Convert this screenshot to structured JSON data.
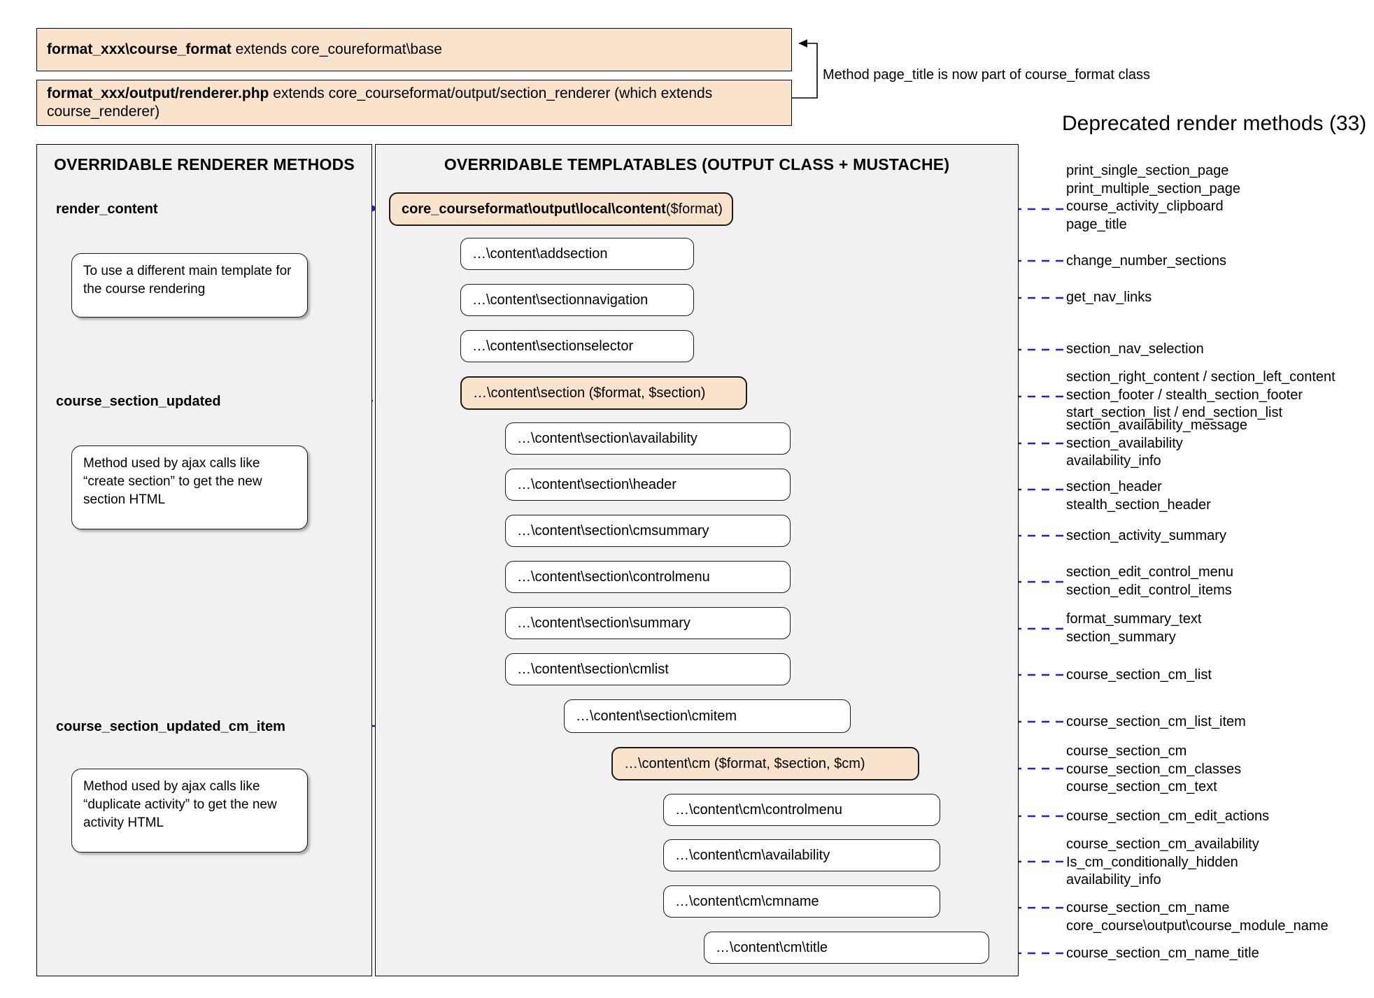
{
  "header": {
    "box1_strong": "format_xxx\\course_format",
    "box1_rest": " extends core_coureformat\\base",
    "box2_strong": "format_xxx/output/renderer.php",
    "box2_rest": " extends core_courseformat/output/section_renderer (which extends course_renderer)",
    "side_note": "Method page_title is now part of course_format class",
    "deprecated_title": "Deprecated render methods (33)"
  },
  "panels": {
    "left_title": "OVERRIDABLE RENDERER METHODS",
    "right_title": "OVERRIDABLE TEMPLATABLES (OUTPUT CLASS + MUSTACHE)"
  },
  "renderer_methods": [
    {
      "name": "render_content"
    },
    {
      "name": "course_section_updated"
    },
    {
      "name": "course_section_updated_cm_item"
    }
  ],
  "callouts": [
    {
      "text": "To use a different main template for the course rendering"
    },
    {
      "text": "Method used by ajax calls like “create section” to get the new section HTML"
    },
    {
      "text": "Method used by ajax calls like “duplicate activity” to get the new activity HTML"
    }
  ],
  "templatables": [
    {
      "label": "core_courseformat\\output\\local\\content",
      "suffix": " ($format)",
      "accent": true
    },
    {
      "label": "…\\content\\addsection",
      "suffix": "",
      "accent": false
    },
    {
      "label": "…\\content\\sectionnavigation",
      "suffix": "",
      "accent": false
    },
    {
      "label": "…\\content\\sectionselector",
      "suffix": "",
      "accent": false
    },
    {
      "label": "…\\content\\section ($format, $section)",
      "suffix": "",
      "accent": true
    },
    {
      "label": "…\\content\\section\\availability",
      "suffix": "",
      "accent": false
    },
    {
      "label": "…\\content\\section\\header",
      "suffix": "",
      "accent": false
    },
    {
      "label": "…\\content\\section\\cmsummary",
      "suffix": "",
      "accent": false
    },
    {
      "label": "…\\content\\section\\controlmenu",
      "suffix": "",
      "accent": false
    },
    {
      "label": "…\\content\\section\\summary",
      "suffix": "",
      "accent": false
    },
    {
      "label": "…\\content\\section\\cmlist",
      "suffix": "",
      "accent": false
    },
    {
      "label": "…\\content\\section\\cmitem",
      "suffix": "",
      "accent": false
    },
    {
      "label": "…\\content\\cm ($format, $section, $cm)",
      "suffix": "",
      "accent": true
    },
    {
      "label": "…\\content\\cm\\controlmenu",
      "suffix": "",
      "accent": false
    },
    {
      "label": "…\\content\\cm\\availability",
      "suffix": "",
      "accent": false
    },
    {
      "label": "…\\content\\cm\\cmname",
      "suffix": "",
      "accent": false
    },
    {
      "label": "…\\content\\cm\\title",
      "suffix": "",
      "accent": false
    }
  ],
  "deprecated_groups": [
    {
      "lines": [
        "print_single_section_page",
        "print_multiple_section_page",
        "course_activity_clipboard",
        "page_title"
      ]
    },
    {
      "lines": [
        "change_number_sections"
      ]
    },
    {
      "lines": [
        "get_nav_links"
      ]
    },
    {
      "lines": [
        "section_nav_selection"
      ]
    },
    {
      "lines": [
        "section_right_content / section_left_content",
        "section_footer / stealth_section_footer",
        "start_section_list / end_section_list"
      ]
    },
    {
      "lines": [
        "section_availability_message",
        "section_availability",
        "availability_info"
      ]
    },
    {
      "lines": [
        "section_header",
        "stealth_section_header"
      ]
    },
    {
      "lines": [
        "section_activity_summary"
      ]
    },
    {
      "lines": [
        "section_edit_control_menu",
        "section_edit_control_items"
      ]
    },
    {
      "lines": [
        "format_summary_text",
        "section_summary"
      ]
    },
    {
      "lines": [
        "course_section_cm_list"
      ]
    },
    {
      "lines": [
        "course_section_cm_list_item"
      ]
    },
    {
      "lines": [
        "course_section_cm",
        "course_section_cm_classes",
        "course_section_cm_text"
      ]
    },
    {
      "lines": [
        "course_section_cm_edit_actions"
      ]
    },
    {
      "lines": [
        "course_section_cm_availability",
        "Is_cm_conditionally_hidden",
        "availability_info"
      ]
    },
    {
      "lines": [
        "course_section_cm_name",
        "core_course\\output\\course_module_name"
      ]
    },
    {
      "lines": [
        "course_section_cm_name_title"
      ]
    }
  ],
  "colors": {
    "accent_fill": "#fae3cd",
    "panel_fill": "#f1f1f1",
    "arrow_blue": "#1f1fe0",
    "stroke": "#1a1a1a"
  }
}
